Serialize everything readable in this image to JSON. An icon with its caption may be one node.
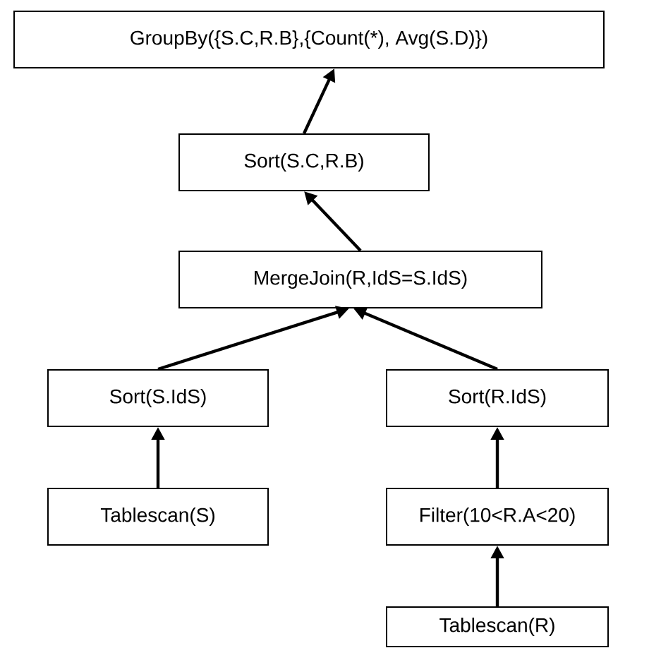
{
  "diagram": {
    "nodes": [
      {
        "text": [
          "GroupBy({S.C,R.B},{Count(*), Avg(S.D)})"
        ]
      },
      {
        "text": [
          "Sort(S.C,R.B)"
        ]
      },
      {
        "text": [
          "MergeJoin(R,IdS=S.IdS)"
        ]
      },
      {
        "text": [
          "Sort(S.IdS)"
        ]
      },
      {
        "text": [
          "Sort(R.IdS)"
        ]
      },
      {
        "text": [
          "Tablescan(S)"
        ]
      },
      {
        "text": [
          "Filter(10<R.A<20)"
        ]
      },
      {
        "text": [
          "Tablescan(R)"
        ]
      }
    ],
    "edges": [
      {
        "from": 1,
        "to": 0,
        "arrow": "to"
      },
      {
        "from": 2,
        "to": 1,
        "arrow": "to"
      },
      {
        "from": 3,
        "to": 2,
        "arrow": "to"
      },
      {
        "from": 4,
        "to": 2,
        "arrow": "to"
      },
      {
        "from": 5,
        "to": 3,
        "arrow": "to"
      },
      {
        "from": 6,
        "to": 4,
        "arrow": "to"
      },
      {
        "from": 7,
        "to": 6,
        "arrow": "to"
      }
    ]
  }
}
